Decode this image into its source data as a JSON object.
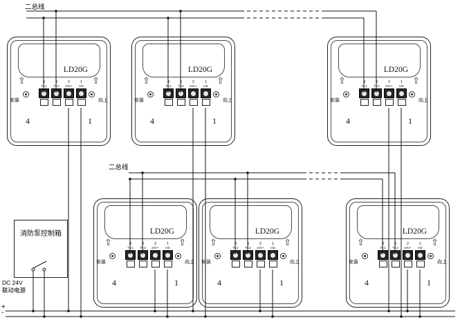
{
  "diagram": {
    "top_bus_label": "二总线",
    "bottom_bus_label": "二总线",
    "module": {
      "label": "LD20G",
      "left_label": "安装",
      "right_label": "向上",
      "corner_left": "4",
      "corner_right": "1",
      "terminals": [
        {
          "num": "4",
          "name": "TC1"
        },
        {
          "num": "3",
          "name": "TC2"
        },
        {
          "num": "2",
          "name": "24V+"
        },
        {
          "num": "1",
          "name": "HD"
        }
      ]
    },
    "control_box_label": "消防泵控制箱",
    "power_label_line1": "DC 24V",
    "power_label_line2": "联动电源",
    "plus_sign": "+",
    "minus_sign": "-",
    "line_color": "#111111"
  }
}
